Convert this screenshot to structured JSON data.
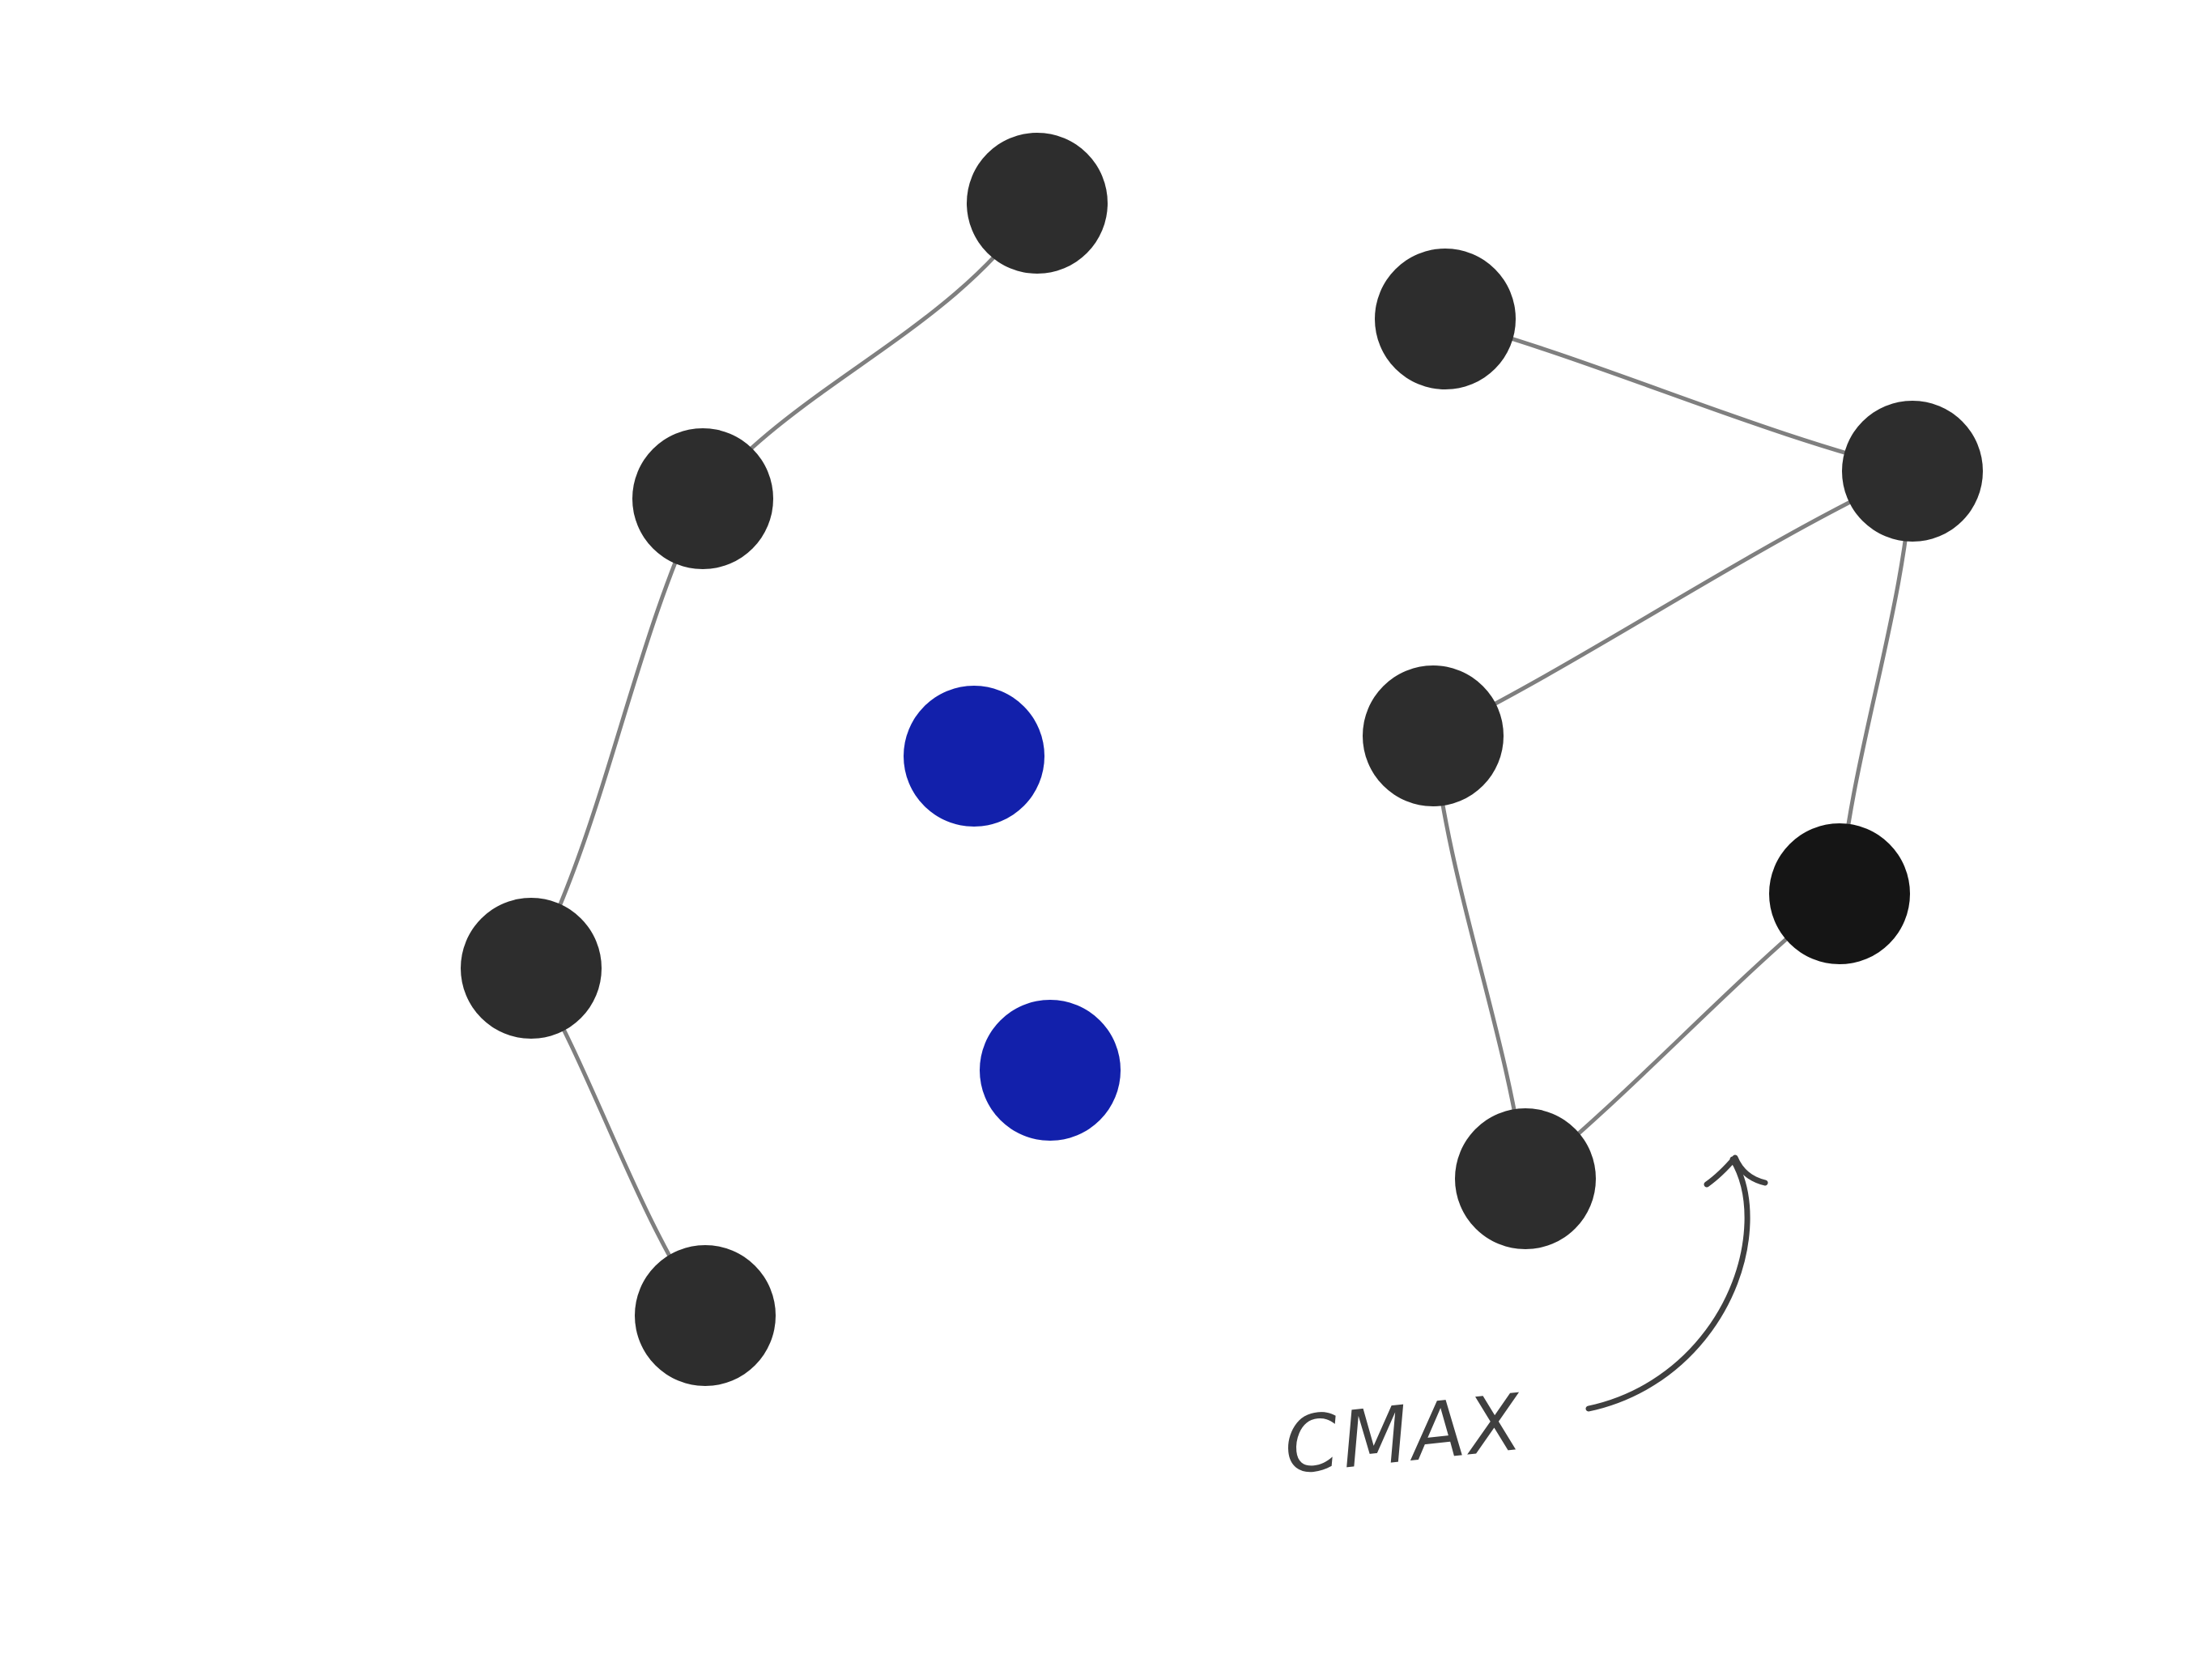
{
  "colors": {
    "background": "#ffffff",
    "node_default": "#2d2d2d",
    "node_selected": "#151515",
    "node_highlight": "#1220ab",
    "edge": "#7f7f7f",
    "annotation_ink": "#3f3f3f"
  },
  "graph": {
    "nodes": [
      {
        "id": "n1",
        "group": "default"
      },
      {
        "id": "n2",
        "group": "default"
      },
      {
        "id": "n3",
        "group": "default"
      },
      {
        "id": "n4",
        "group": "default"
      },
      {
        "id": "n5",
        "group": "highlight"
      },
      {
        "id": "n6",
        "group": "highlight"
      },
      {
        "id": "n7",
        "group": "default"
      },
      {
        "id": "n8",
        "group": "default"
      },
      {
        "id": "n9",
        "group": "default"
      },
      {
        "id": "n10",
        "group": "selected"
      },
      {
        "id": "n11",
        "group": "default"
      }
    ],
    "edges": [
      {
        "from": "n1",
        "to": "n2"
      },
      {
        "from": "n2",
        "to": "n3"
      },
      {
        "from": "n3",
        "to": "n4"
      },
      {
        "from": "n7",
        "to": "n8"
      },
      {
        "from": "n8",
        "to": "n9"
      },
      {
        "from": "n8",
        "to": "n10"
      },
      {
        "from": "n9",
        "to": "n11"
      },
      {
        "from": "n10",
        "to": "n11"
      }
    ]
  },
  "annotation": {
    "text": "CMAX",
    "arrow_icon": "curved-arrow-icon"
  }
}
